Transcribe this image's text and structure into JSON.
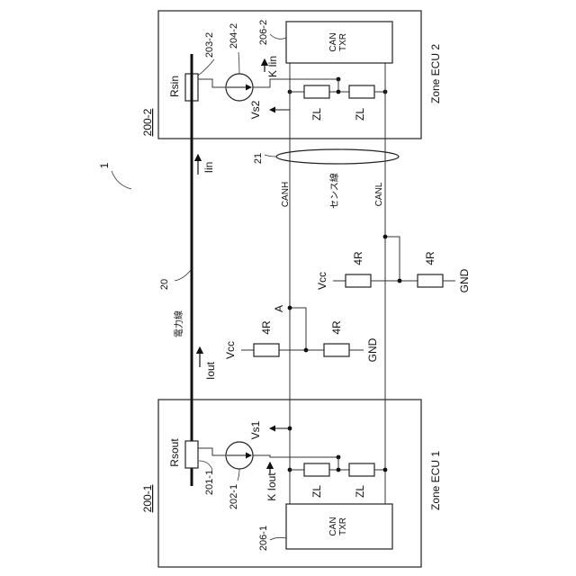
{
  "figure": {
    "system_label": "1",
    "line_20_label": "20",
    "line_21_label": "21",
    "power_line_label": "電力線",
    "sense_line_label": "センス線",
    "canh_label": "CANH",
    "canl_label": "CANL",
    "node_a_label": "A",
    "iout_label": "Iout",
    "iin_label": "Iin",
    "left_term": {
      "vcc": "Vcc",
      "r_top": "4R",
      "r_bottom": "4R",
      "gnd": "GND"
    },
    "right_term": {
      "vcc": "Vcc",
      "r_top": "4R",
      "r_bottom": "4R",
      "gnd": "GND"
    },
    "ecu2": {
      "ref": "200-2",
      "title": "Zone ECU 2",
      "sensor_resistor": "Rsin",
      "sensor_ref": "203-2",
      "source_ref": "204-2",
      "source_label": "K Iin",
      "voltage_label": "Vs2",
      "txr_ref": "206-2",
      "txr_line1": "CAN",
      "txr_line2": "TXR",
      "zl1": "ZL",
      "zl2": "ZL"
    },
    "ecu1": {
      "ref": "200-1",
      "title": "Zone ECU 1",
      "sensor_resistor": "Rsout",
      "sensor_ref": "201-1",
      "source_ref": "202-1",
      "source_label": "K Iout",
      "voltage_label": "Vs1",
      "txr_ref": "206-1",
      "txr_line1": "CAN",
      "txr_line2": "TXR",
      "zl1": "ZL",
      "zl2": "ZL"
    }
  }
}
